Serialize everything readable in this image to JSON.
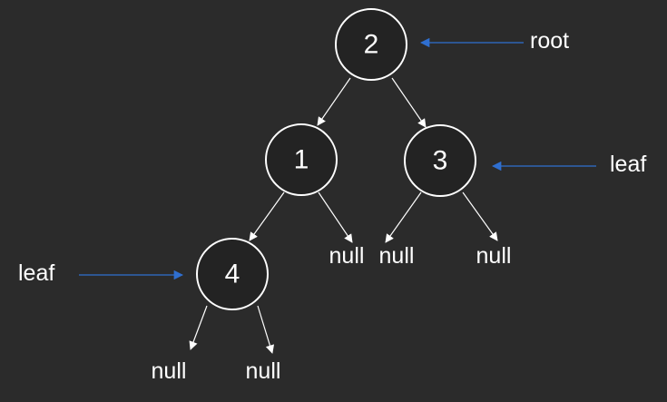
{
  "diagram": {
    "colors": {
      "background": "#2b2b2b",
      "node_fill": "#232323",
      "stroke": "#ffffff",
      "pointer": "#2f6fd0"
    },
    "nodes": [
      {
        "id": "n2",
        "label": "2"
      },
      {
        "id": "n1",
        "label": "1"
      },
      {
        "id": "n3",
        "label": "3"
      },
      {
        "id": "n4",
        "label": "4"
      }
    ],
    "null_label": "null",
    "annotations": {
      "root": "root",
      "leaf_right": "leaf",
      "leaf_left": "leaf"
    }
  }
}
